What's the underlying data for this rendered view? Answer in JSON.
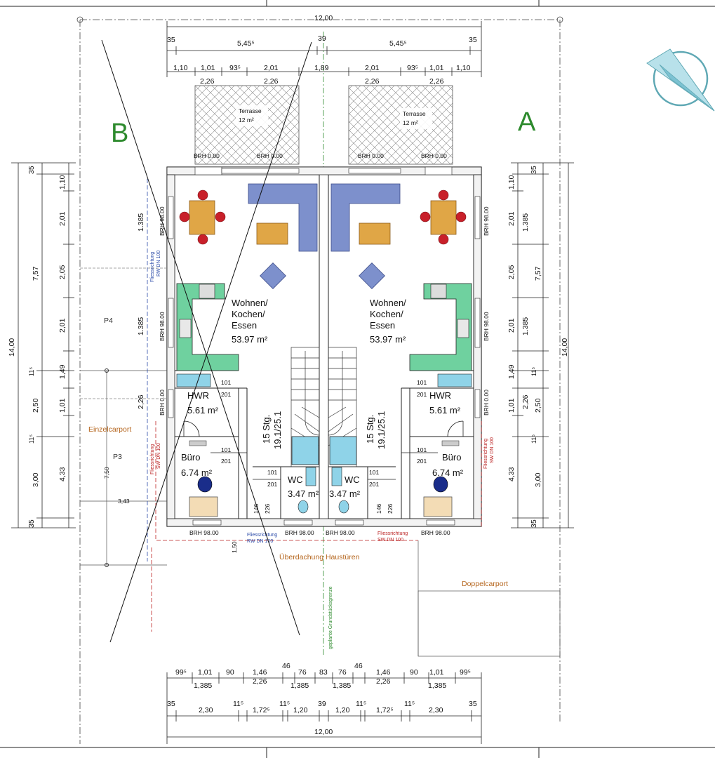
{
  "plan": {
    "section_letters": {
      "b": "B",
      "a": "A"
    },
    "top_dims": {
      "overall": "12,00",
      "row2": [
        "35",
        "5,45⁵",
        "39",
        "5,45⁵",
        "35"
      ],
      "row3": [
        "1,10",
        "1,01",
        "93⁵",
        "2,01",
        "1,89",
        "2,01",
        "93⁵",
        "1,01",
        "1,10"
      ],
      "row3_sub": [
        "2,26",
        "2,26",
        "2,26",
        "2,26"
      ]
    },
    "bottom_dims": {
      "row1": [
        "99⁵",
        "1,01",
        "90",
        "1,46",
        "46",
        "76",
        "83",
        "76",
        "46",
        "1,46",
        "90",
        "1,01",
        "99⁵"
      ],
      "row1_sub": [
        "1,385",
        "2,26",
        "1,385",
        "1,385",
        "2,26",
        "1,385"
      ],
      "row2": [
        "35",
        "2,30",
        "11⁵",
        "1,72⁵",
        "11⁵",
        "1,20",
        "39",
        "1,20",
        "11⁵",
        "1,72⁵",
        "11⁵",
        "2,30",
        "35"
      ],
      "overall": "12,00"
    },
    "left_dims": {
      "outer": "14,00",
      "mid": [
        "7,57",
        "4,33"
      ],
      "inner": [
        "35",
        "1,10",
        "2,01",
        "2,05",
        "2,01",
        "1,49",
        "11⁵",
        "2,50",
        "1,01",
        "11⁵",
        "3,00",
        "35"
      ],
      "near_wall": [
        "1.385",
        "1.385",
        "2,26"
      ]
    },
    "right_dims": {
      "outer": "14,00",
      "mid": [
        "7,57",
        "4,33"
      ],
      "inner": [
        "35",
        "1,10",
        "2,01",
        "2,05",
        "2,01",
        "1,49",
        "11⁵",
        "2,50",
        "1,01",
        "11⁵",
        "3,00",
        "35"
      ],
      "near_wall": [
        "1.385",
        "1.385",
        "2,26"
      ]
    },
    "terrace": {
      "name": "Terrasse",
      "area": "12 m²"
    },
    "brh": {
      "b000": "BRH 0.00",
      "b9800": "BRH 98.00"
    },
    "rooms": {
      "living": {
        "line1": "Wohnen/",
        "line2": "Kochen/",
        "line3": "Essen",
        "area": "53.97 m²"
      },
      "hwr": {
        "name": "HWR",
        "area": "5.61 m²"
      },
      "buero": {
        "name": "Büro",
        "area": "6.74 m²"
      },
      "wc": {
        "name": "WC",
        "area": "3.47 m²"
      }
    },
    "stairs": {
      "line1": "15 Stg.",
      "line2": "19.1/25.1"
    },
    "doors": {
      "d101": "101",
      "d201": "201",
      "d146": "146",
      "d226": "226"
    },
    "flow": {
      "line1": "Fliessrichtung",
      "rw": "RW DN 100",
      "sw": "SW DN 100"
    },
    "site": {
      "p4": "P4",
      "p3": "P3",
      "einzel": "Einzelcarport",
      "doppel": "Doppelcarport",
      "ueberdachung": "Überdachung Haustüren",
      "grenze": "geplante Grundstücksgrenze",
      "dim_750": "7,50",
      "dim_343": "3,43",
      "dim_150": "1,50"
    }
  }
}
